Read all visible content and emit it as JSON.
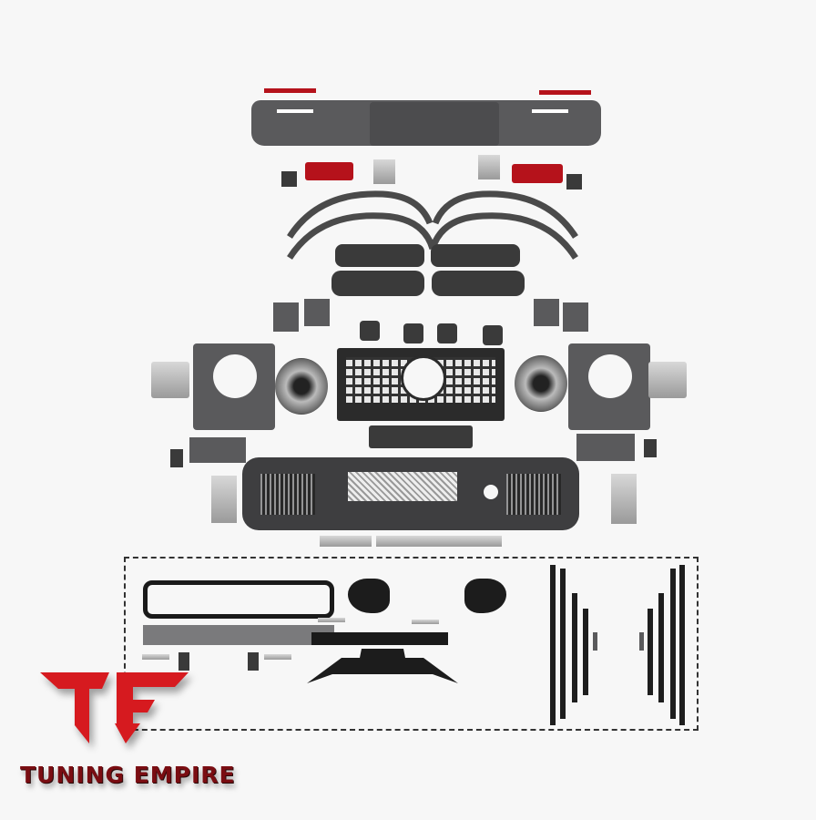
{
  "image": {
    "subject": "Body kit parts layout (exploded view) for off-road SUV",
    "background_color": "#f7f7f7"
  },
  "brand": {
    "name": "TUNING EMPIRE",
    "logo_letters": "TE",
    "logo_color": "#d61a1f",
    "text_color": "#7a0d12"
  },
  "parts": {
    "rear_bumper": "rear-bumper",
    "rear_reflectors": [
      "left-reflector",
      "right-reflector"
    ],
    "tail_lights": [
      "left-tail-light",
      "right-tail-light"
    ],
    "fender_flares": [
      "front-left",
      "rear-left",
      "front-right",
      "rear-right"
    ],
    "wheel_arch_liners": 4,
    "headlights": [
      "left-headlight",
      "right-headlight"
    ],
    "headlight_bezels": [
      "left-bezel",
      "right-bezel"
    ],
    "grille": "panamericana-grille",
    "front_bumper": "front-bumper-with-mesh",
    "optional_accessories": [
      "brush-guard",
      "front-lip",
      "side-mirrors",
      "roof-spoiler",
      "door-trim-strips"
    ]
  }
}
